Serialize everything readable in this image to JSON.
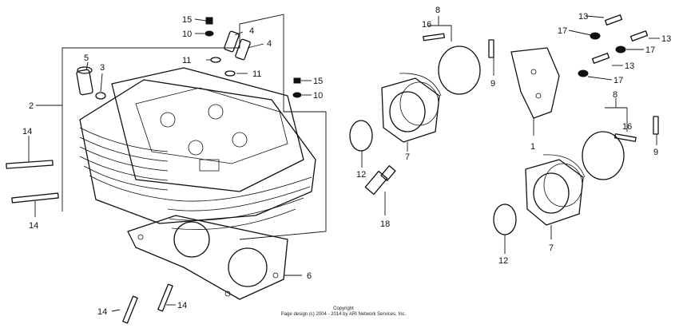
{
  "callouts": {
    "c1": "1",
    "c2": "2",
    "c3": "3",
    "c4a": "4",
    "c4b": "4",
    "c5": "5",
    "c6": "6",
    "c7a": "7",
    "c7b": "7",
    "c8a": "8",
    "c8b": "8",
    "c9a": "9",
    "c9b": "9",
    "c10a": "10",
    "c10b": "10",
    "c11a": "11",
    "c11b": "11",
    "c12a": "12",
    "c12b": "12",
    "c13a": "13",
    "c13b": "13",
    "c13c": "13",
    "c14a": "14",
    "c14b": "14",
    "c14c": "14",
    "c14d": "14",
    "c15a": "15",
    "c15b": "15",
    "c16a": "16",
    "c16b": "16",
    "c17a": "17",
    "c17b": "17",
    "c17c": "17",
    "c18": "18"
  },
  "footer": {
    "line1": "Copyright",
    "line2": "Page design (c) 2004 - 2014 by ARI Network Services, Inc."
  }
}
